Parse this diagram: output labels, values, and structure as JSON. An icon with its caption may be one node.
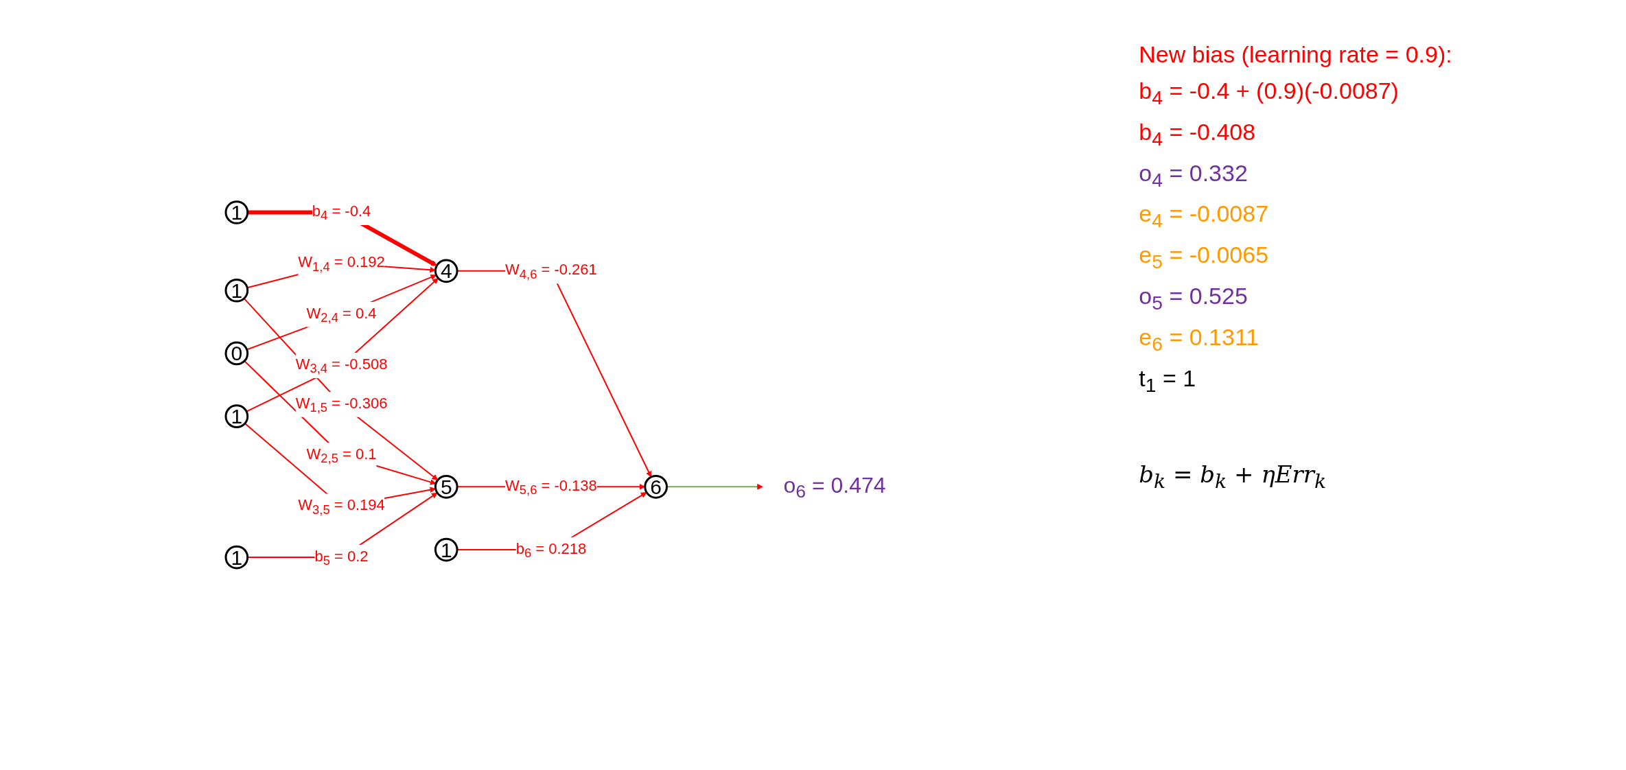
{
  "diagram": {
    "nodes": [
      {
        "text": [
          "1"
        ]
      },
      {
        "text": [
          "1"
        ]
      },
      {
        "text": [
          "0"
        ]
      },
      {
        "text": [
          "1"
        ]
      },
      {
        "text": [
          "4"
        ]
      },
      {
        "text": [
          "5"
        ]
      },
      {
        "text": [
          "1"
        ]
      },
      {
        "text": [
          "1"
        ]
      },
      {
        "text": [
          "6"
        ]
      },
      {
        "text": [
          "o$_{6}$ = 0.474"
        ]
      }
    ],
    "edges": [
      {
        "from": 0,
        "to": 4,
        "arrow": "to",
        "style": "thick",
        "label": "b$_{4}$ = -0.4"
      },
      {
        "from": 1,
        "to": 4,
        "arrow": "to",
        "label": "W$_{1,4}$ = 0.192"
      },
      {
        "from": 1,
        "to": 5,
        "arrow": "to",
        "label": "W$_{1,5}$ = -0.306"
      },
      {
        "from": 2,
        "to": 4,
        "arrow": "to",
        "label": "W$_{2,4}$ = 0.4"
      },
      {
        "from": 2,
        "to": 5,
        "arrow": "to",
        "label": "W$_{2,5}$ = 0.1"
      },
      {
        "from": 3,
        "to": 4,
        "arrow": "to",
        "label": "W$_{3,4}$ = -0.508"
      },
      {
        "from": 3,
        "to": 5,
        "arrow": "to",
        "label": "W$_{3,5}$ = 0.194"
      },
      {
        "from": 7,
        "to": 5,
        "arrow": "to",
        "label": "b$_{5}$ = 0.2"
      },
      {
        "from": 4,
        "to": 8,
        "arrow": "to",
        "label": "W$_{4,6}$ = -0.261"
      },
      {
        "from": 5,
        "to": 8,
        "arrow": "to",
        "label": "W$_{5,6}$ = -0.138"
      },
      {
        "from": 6,
        "to": 8,
        "arrow": "to",
        "label": "b$_{6}$ = 0.218"
      },
      {
        "from": 8,
        "to": 9,
        "arrow": "to",
        "color": "#70ad47"
      }
    ],
    "labels": [
      "New bias (learning rate = 0.9):",
      "b$_{4}$ = -0.4 + (0.9)(-0.0087)",
      "b$_{4}$ = -0.408",
      "o$_{4}$ = 0.332",
      "e$_{4}$ = -0.0087",
      "e$_{5}$ = -0.0065",
      "o$_{5}$ = 0.525",
      "e$_{6}$ = 0.1311",
      "t$_{1}$ = 1",
      "b$_{k}$ = b$_{k}$ + ηErr$_{k}$"
    ]
  }
}
